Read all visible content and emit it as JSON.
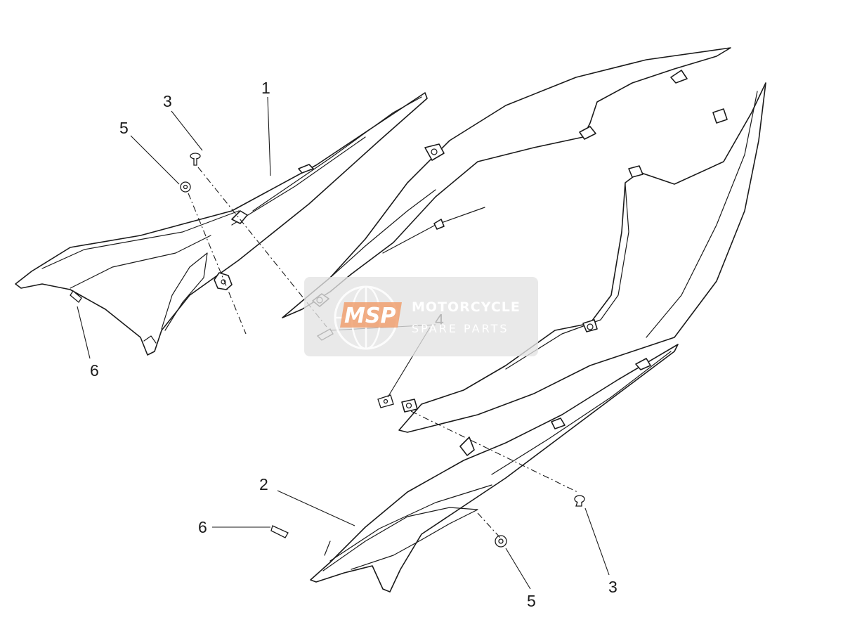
{
  "callouts": {
    "c1": "1",
    "c2": "2",
    "c3a": "3",
    "c3b": "3",
    "c4": "4",
    "c5a": "5",
    "c5b": "5",
    "c6a": "6",
    "c6b": "6"
  },
  "watermark": {
    "logo": "MSP",
    "title": "MOTORCYCLE",
    "subtitle": "SPARE PARTS",
    "accent_color": "#f0a070"
  }
}
